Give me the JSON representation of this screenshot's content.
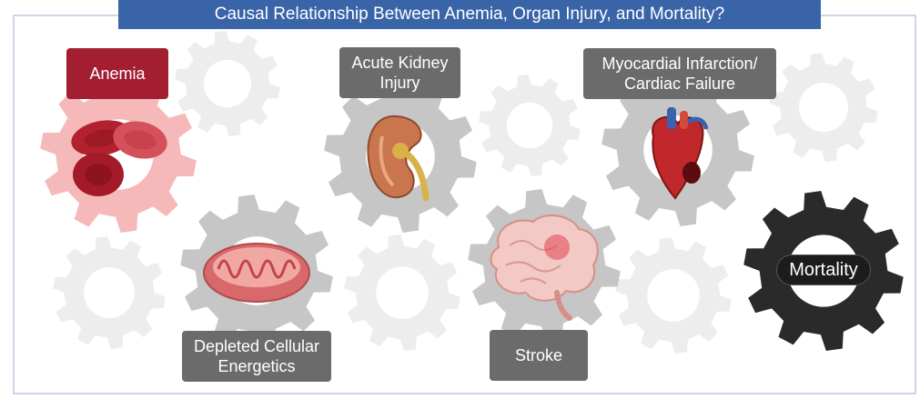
{
  "title": "Causal Relationship Between Anemia, Organ Injury, and Mortality?",
  "labels": {
    "anemia": "Anemia",
    "aki_line1": "Acute Kidney",
    "aki_line2": "Injury",
    "mi_line1": "Myocardial Infarction/",
    "mi_line2": "Cardiac Failure",
    "dce_line1": "Depleted Cellular",
    "dce_line2": "Energetics",
    "stroke": "Stroke",
    "mortality": "Mortality"
  },
  "colors": {
    "title_bar": "#3a64a8",
    "anemia_label": "#a41e32",
    "anemia_gear": "#f5b9b9",
    "organ_gear": "#c6c6c6",
    "background_gear": "#ededed",
    "mortality_gear": "#2a2a2a",
    "label_gray": "#6b6b6b",
    "mortality_label": "#1c1c1c"
  },
  "icons": [
    "red-blood-cells-icon",
    "kidney-icon",
    "heart-icon",
    "mitochondria-icon",
    "brain-icon"
  ]
}
